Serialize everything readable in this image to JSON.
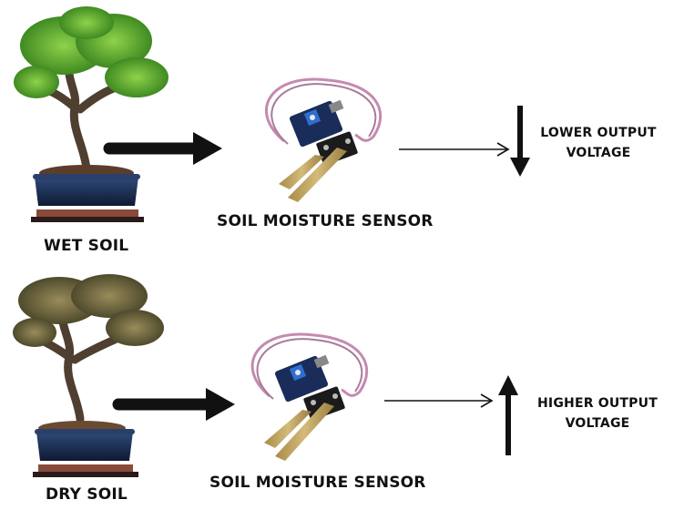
{
  "rows": [
    {
      "soil_label": "WET SOIL",
      "soil_state": "wet",
      "sensor_label": "SOIL MOISTURE SENSOR",
      "output_label_line1": "LOWER OUTPUT",
      "output_label_line2": "VOLTAGE",
      "output_direction": "down"
    },
    {
      "soil_label": "DRY SOIL",
      "soil_state": "dry",
      "sensor_label": "SOIL MOISTURE SENSOR",
      "output_label_line1": "HIGHER OUTPUT",
      "output_label_line2": "VOLTAGE",
      "output_direction": "up"
    }
  ],
  "colors": {
    "arrow": "#111111",
    "pot": "#1e2f52",
    "pot_saucer": "#8a4a3a",
    "foliage_wet": "#4f9a2a",
    "foliage_dry": "#6b6a3a",
    "trunk": "#5a4a3a",
    "pcb": "#1b1b1b",
    "potentiometer": "#2f6fd0",
    "wire": "#c48ab0",
    "probe": "#b79a5a"
  }
}
